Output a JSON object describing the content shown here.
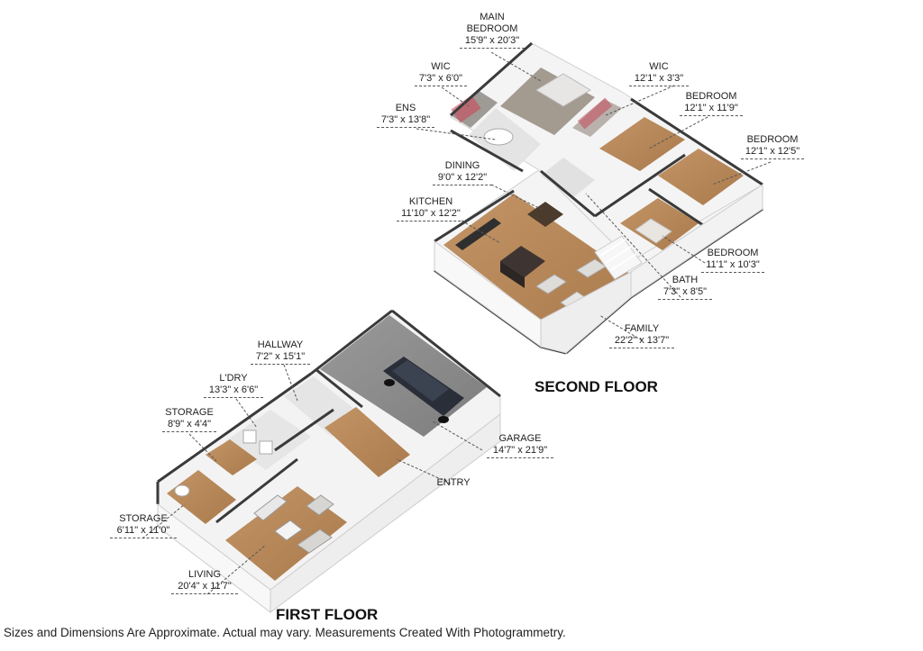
{
  "floors": {
    "second": {
      "title": "SECOND FLOOR"
    },
    "first": {
      "title": "FIRST FLOOR"
    }
  },
  "rooms": {
    "main_bedroom": {
      "name_line1": "MAIN",
      "name_line2": "BEDROOM",
      "dims": "15'9\" x 20'3\""
    },
    "wic_left": {
      "name": "WIC",
      "dims": "7'3\" x 6'0\""
    },
    "wic_right": {
      "name": "WIC",
      "dims": "12'1\" x 3'3\""
    },
    "ens": {
      "name": "ENS",
      "dims": "7'3\" x 13'8\""
    },
    "bedroom_1": {
      "name": "BEDROOM",
      "dims": "12'1\" x 11'9\""
    },
    "bedroom_2": {
      "name": "BEDROOM",
      "dims": "12'1\" x 12'5\""
    },
    "bedroom_3": {
      "name": "BEDROOM",
      "dims": "11'1\" x 10'3\""
    },
    "dining": {
      "name": "DINING",
      "dims": "9'0\" x 12'2\""
    },
    "kitchen": {
      "name": "KITCHEN",
      "dims": "11'10\" x 12'2\""
    },
    "bath": {
      "name": "BATH",
      "dims": "7'3\" x 8'5\""
    },
    "family": {
      "name": "FAMILY",
      "dims": "22'2\" x 13'7\""
    },
    "hallway": {
      "name": "HALLWAY",
      "dims": "7'2\" x 15'1\""
    },
    "laundry": {
      "name": "L'DRY",
      "dims": "13'3\" x 6'6\""
    },
    "storage_1": {
      "name": "STORAGE",
      "dims": "8'9\" x 4'4\""
    },
    "garage": {
      "name": "GARAGE",
      "dims": "14'7\" x 21'9\""
    },
    "entry": {
      "name": "ENTRY"
    },
    "storage_2": {
      "name": "STORAGE",
      "dims": "6'11\" x 11'0\""
    },
    "living": {
      "name": "LIVING",
      "dims": "20'4\" x 11'7\""
    }
  },
  "footer": "Sizes and Dimensions Are Approximate. Actual may vary. Measurements Created With Photogrammetry.",
  "colors": {
    "wood_floor": "#b98a5a",
    "grey_floor": "#8f8f8f",
    "wall_top": "#3a3a3a",
    "wall_side": "#f2f2f2",
    "car": "#2a2e38"
  }
}
